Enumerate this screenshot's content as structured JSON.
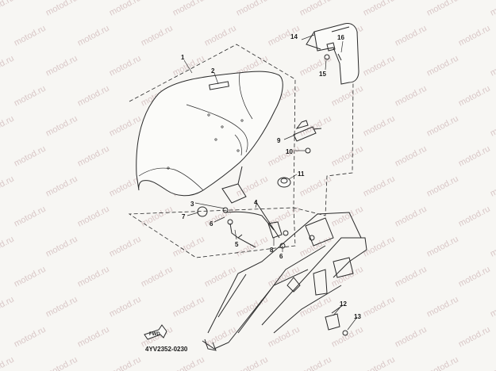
{
  "watermark": {
    "text": "motod.ru"
  },
  "callouts": [
    {
      "key": "1",
      "label": "1"
    },
    {
      "key": "2",
      "label": "2"
    },
    {
      "key": "3",
      "label": "3"
    },
    {
      "key": "4",
      "label": "4"
    },
    {
      "key": "5",
      "label": "5"
    },
    {
      "key": "6a",
      "label": "6"
    },
    {
      "key": "6b",
      "label": "6"
    },
    {
      "key": "7",
      "label": "7"
    },
    {
      "key": "8",
      "label": "8"
    },
    {
      "key": "9",
      "label": "9"
    },
    {
      "key": "10",
      "label": "10"
    },
    {
      "key": "11",
      "label": "11"
    },
    {
      "key": "12",
      "label": "12"
    },
    {
      "key": "13",
      "label": "13"
    },
    {
      "key": "14",
      "label": "14"
    },
    {
      "key": "15",
      "label": "15"
    },
    {
      "key": "16",
      "label": "16"
    }
  ],
  "forward_marker": {
    "label": "FWD"
  },
  "diagram_code": "4YV2352-0230"
}
